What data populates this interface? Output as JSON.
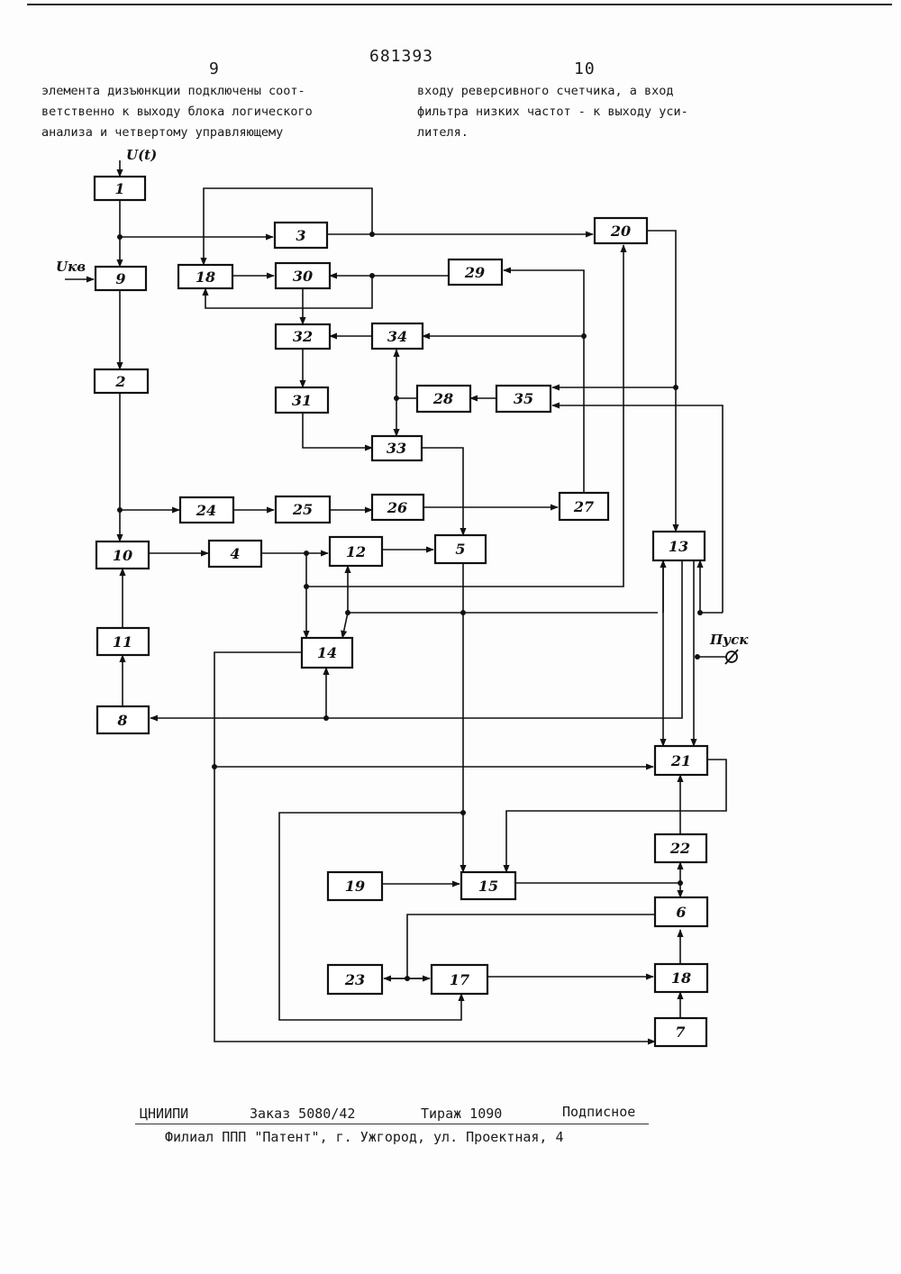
{
  "header": {
    "patent_number": "681393",
    "left_column_number": "9",
    "right_column_number": "10"
  },
  "left_column_text": "элемента дизъюнкции подключены соот-\nветственно к выходу блока логического\nанализа и четвертому управляющему",
  "right_column_text": "входу реверсивного счетчика, а вход\nфильтра низких частот - к выходу уси-\nлителя.",
  "diagram": {
    "input_signal_label": "U(t)",
    "reference_input_label": "Uкв",
    "start_label": "Пуск",
    "blocks": [
      "1",
      "3",
      "20",
      "9",
      "18",
      "30",
      "29",
      "32",
      "34",
      "2",
      "31",
      "28",
      "35",
      "33",
      "24",
      "25",
      "26",
      "27",
      "10",
      "4",
      "12",
      "5",
      "13",
      "14",
      "11",
      "8",
      "21",
      "22",
      "19",
      "15",
      "6",
      "23",
      "17",
      "18",
      "7"
    ]
  },
  "footer": {
    "publisher": "ЦНИИПИ",
    "order": "Заказ 5080/42",
    "circulation": "Тираж 1090",
    "subscription": "Подписное",
    "address": "Филиал ППП \"Патент\", г. Ужгород, ул. Проектная, 4"
  }
}
